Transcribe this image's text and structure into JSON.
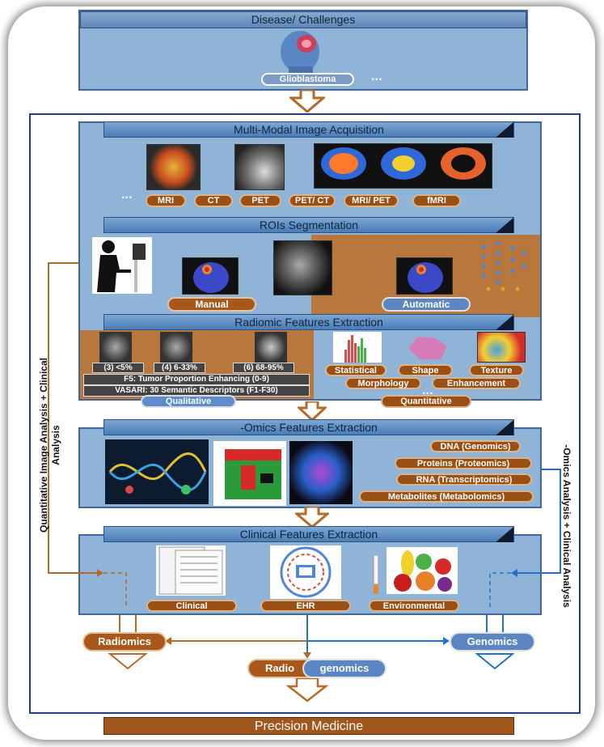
{
  "disease": {
    "title": "Disease/ Challenges",
    "pill": "Glioblastoma",
    "dots": "..."
  },
  "acquisition": {
    "title": "Multi-Modal Image Acquisition",
    "dots": "...",
    "modalities": [
      "MRI",
      "CT",
      "PET",
      "PET/ CT",
      "MRI/ PET",
      "fMRI"
    ]
  },
  "segmentation": {
    "title": "ROIs Segmentation",
    "manual": "Manual",
    "automatic": "Automatic"
  },
  "radiomic": {
    "title": "Radiomic Features Extraction",
    "proportions": [
      "(3) <5%",
      "(4) 6-33%",
      "(6) 68-95%"
    ],
    "f5": "F5: Tumor Proportion Enhancing (0-9)",
    "vasari": "VASARI: 30 Semantic Descriptors (F1-F30)",
    "qualitative": "Qualitative",
    "quantitative": "Quantitative",
    "features": [
      "Statistical",
      "Shape",
      "Texture",
      "Morphology",
      "Enhancement"
    ],
    "dots": "..."
  },
  "omics": {
    "title": "-Omics Features Extraction",
    "items": [
      "DNA (Genomics)",
      "Proteins (Proteomics)",
      "RNA (Transcriptomics)",
      "Metabolites (Metabolomics)"
    ]
  },
  "clinical": {
    "title": "Clinical Features Extraction",
    "items": [
      "Clinical",
      "EHR",
      "Environmental"
    ]
  },
  "side_labels": {
    "left": "Quantitative Image Analysis + Clinical Analysis",
    "right": "-Omics Analysis + Clinical Analysis"
  },
  "outputs": {
    "radiomics": "Radiomics",
    "genomics": "Genomics",
    "radio": "Radio",
    "genomics2": "genomics",
    "precision": "Precision Medicine"
  },
  "colors": {
    "panel_blue": "#8fb4d8",
    "brown": "#b7773d",
    "pill_brown": "#9a4f14",
    "pill_blue": "#5f8ccb",
    "frame_blue": "#1f3f8a"
  }
}
